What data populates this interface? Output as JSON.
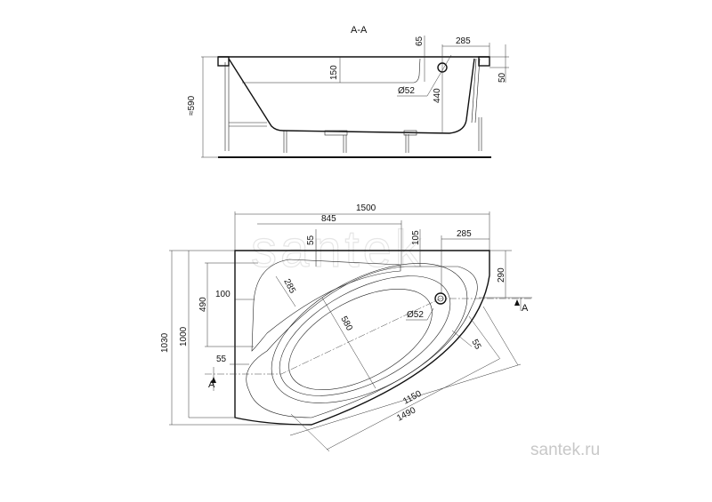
{
  "section": {
    "title": "A-A",
    "dims": {
      "rim_offset": "65",
      "drain_from_end": "285",
      "rim_height": "50",
      "step_depth": "150",
      "drain_depth": "440",
      "drain_diameter": "Ø52",
      "total_height": "≈590"
    }
  },
  "plan": {
    "dims": {
      "width": "1500",
      "shelf_length": "845",
      "shelf_width": "55",
      "notch": "105",
      "corner_x": "285",
      "corner_y": "290",
      "side_margin": "100",
      "shelf_height": "490",
      "shelf_radius": "285",
      "inner_width": "580",
      "drain_diameter": "Ø52",
      "rim_width": "55",
      "height_total": "1030",
      "height": "1000",
      "left_rim": "55",
      "inner_length": "1150",
      "outer_length": "1490"
    },
    "section_marks": [
      "A",
      "A"
    ]
  },
  "watermark": "santek",
  "site": "santek.ru"
}
